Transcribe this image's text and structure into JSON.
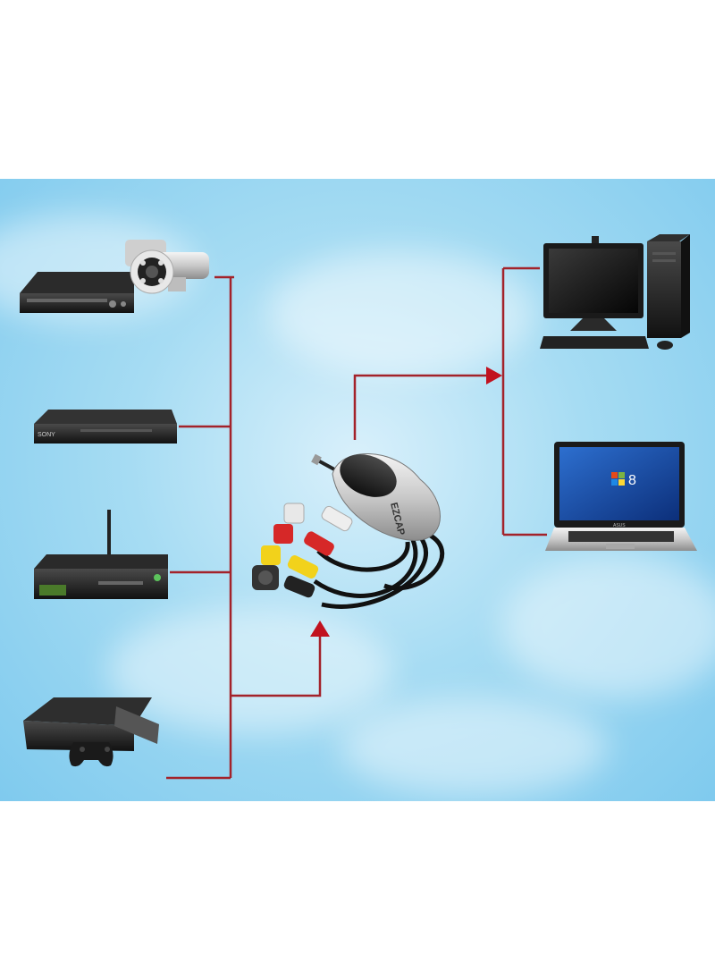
{
  "diagram": {
    "sources": [
      {
        "name": "DVR recorder with security camera"
      },
      {
        "name": "Blu-ray player",
        "brand": "SONY"
      },
      {
        "name": "Set-top box with antenna"
      },
      {
        "name": "Game console with controller"
      }
    ],
    "capture_device": {
      "name": "USB video capture adapter",
      "brand": "EZCAP",
      "connectors": [
        "S-Video",
        "Yellow RCA",
        "Red RCA",
        "White RCA"
      ]
    },
    "targets": [
      {
        "name": "Desktop computer"
      },
      {
        "name": "Laptop",
        "brand": "ASUS",
        "screen_text": "8"
      }
    ],
    "colors": {
      "line": "#a3222a",
      "arrow": "#c1121f",
      "background": "#8fd0ef"
    }
  }
}
